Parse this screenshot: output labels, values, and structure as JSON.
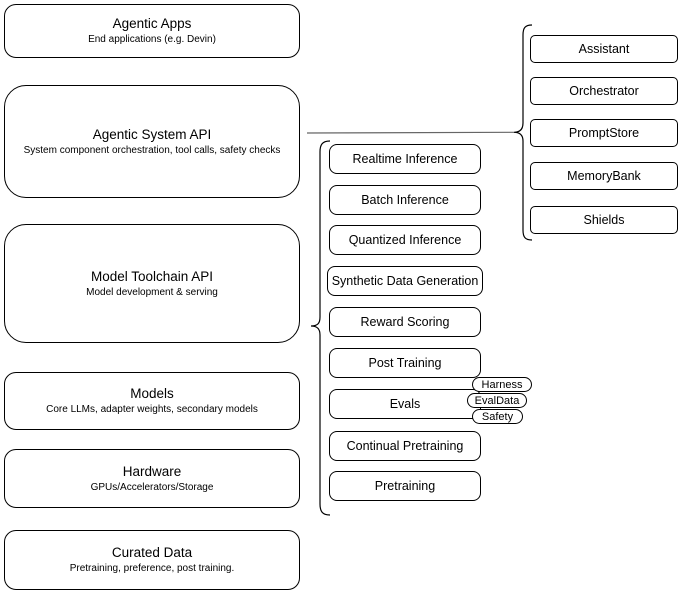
{
  "diagram": {
    "left_stack": [
      {
        "title": "Agentic Apps",
        "subtitle": "End applications (e.g. Devin)"
      },
      {
        "title": "Agentic System API",
        "subtitle": "System component orchestration, tool calls, safety checks"
      },
      {
        "title": "Model Toolchain API",
        "subtitle": "Model development & serving"
      },
      {
        "title": "Models",
        "subtitle": "Core LLMs, adapter weights, secondary models"
      },
      {
        "title": "Hardware",
        "subtitle": "GPUs/Accelerators/Storage"
      },
      {
        "title": "Curated Data",
        "subtitle": "Pretraining, preference, post training."
      }
    ],
    "toolchain_items": [
      {
        "label": "Realtime Inference"
      },
      {
        "label": "Batch Inference"
      },
      {
        "label": "Quantized Inference"
      },
      {
        "label": "Synthetic Data Generation"
      },
      {
        "label": "Reward Scoring"
      },
      {
        "label": "Post Training"
      },
      {
        "label": "Evals"
      },
      {
        "label": "Continual Pretraining"
      },
      {
        "label": "Pretraining"
      }
    ],
    "evals_tags": [
      {
        "label": "Harness"
      },
      {
        "label": "EvalData"
      },
      {
        "label": "Safety"
      }
    ],
    "system_components": [
      {
        "label": "Assistant"
      },
      {
        "label": "Orchestrator"
      },
      {
        "label": "PromptStore"
      },
      {
        "label": "MemoryBank"
      },
      {
        "label": "Shields"
      }
    ],
    "colors": {
      "stroke": "#000000",
      "fill": "#ffffff",
      "connector": "#666666"
    }
  }
}
